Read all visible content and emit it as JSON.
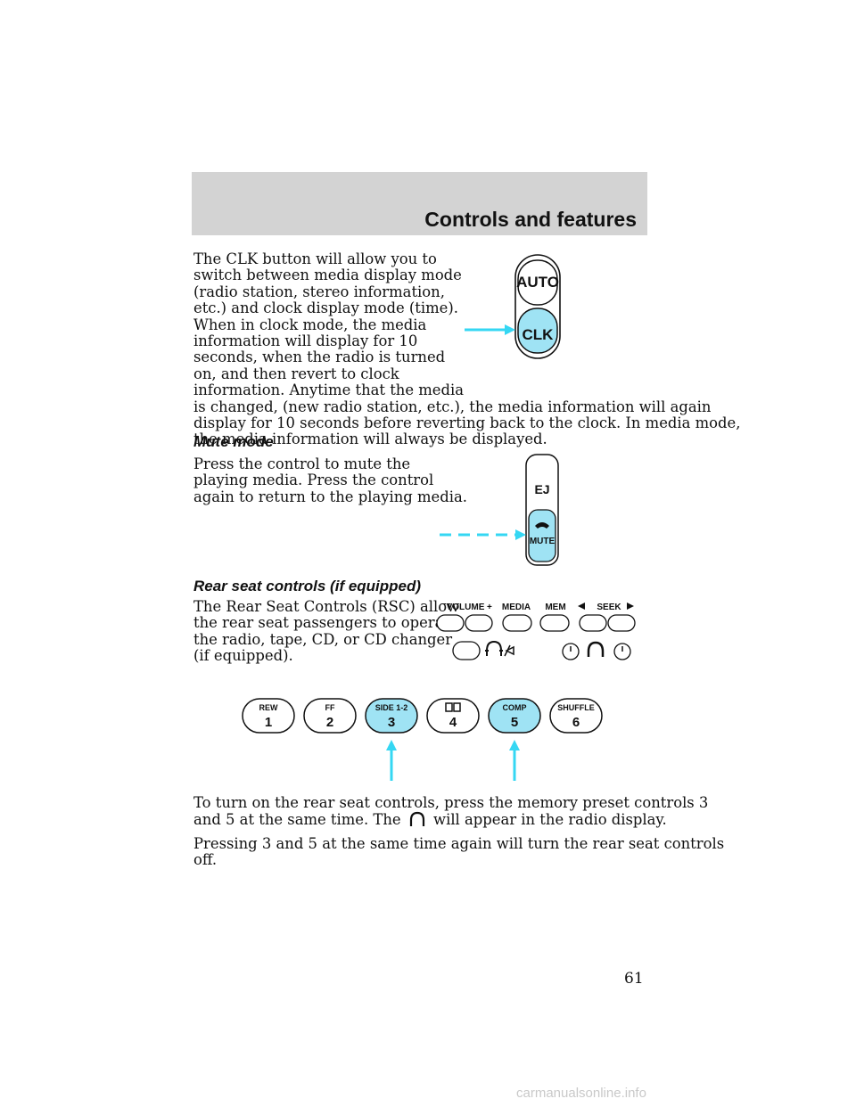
{
  "header": {
    "title": "Controls and features"
  },
  "clk_section": {
    "text_lines": [
      "The CLK button will allow you to",
      "switch between media display mode",
      "(radio station, stereo information,",
      "etc.) and clock display mode (time).",
      "When in clock mode, the media",
      "information will display for 10",
      "seconds, when the radio is turned",
      "on, and then revert to clock",
      "information. Anytime that the media",
      "is changed, (new radio station, etc.), the media information will again",
      "display for 10 seconds before reverting back to the clock. In media mode,",
      "the media information will always be displayed."
    ],
    "figure": {
      "top_label": "AUTO",
      "bottom_label": "CLK"
    }
  },
  "mute_section": {
    "heading": "Mute mode",
    "text_lines": [
      "Press the control to mute the",
      "playing media. Press the control",
      "again to return to the playing media."
    ],
    "figure": {
      "top_label": "EJ",
      "bottom_label": "MUTE"
    }
  },
  "rear_section": {
    "heading": "Rear seat controls (if equipped)",
    "text_lines": [
      "The Rear Seat Controls (RSC) allow",
      "the rear seat passengers to operate",
      "the radio, tape, CD, or CD changer",
      "(if equipped)."
    ],
    "panel": {
      "volume_minus": "–",
      "volume_label": "VOLUME",
      "volume_plus": "+",
      "media_label": "MEDIA",
      "mem_label": "MEM",
      "seek_label": "SEEK"
    },
    "presets": [
      {
        "top": "REW",
        "num": "1",
        "highlight": false
      },
      {
        "top": "FF",
        "num": "2",
        "highlight": false
      },
      {
        "top": "SIDE 1-2",
        "num": "3",
        "highlight": true
      },
      {
        "top": "",
        "num": "4",
        "highlight": false
      },
      {
        "top": "COMP",
        "num": "5",
        "highlight": true
      },
      {
        "top": "SHUFFLE",
        "num": "6",
        "highlight": false
      }
    ],
    "para2_before_icon": "To turn on the rear seat controls, press the memory preset controls 3",
    "para2_line2_a": "and 5 at the same time. The",
    "para2_line2_b": "will appear in the radio display.",
    "para3_lines": [
      "Pressing 3 and 5 at the same time again will turn the rear seat controls",
      "off."
    ]
  },
  "page_number": "61",
  "watermark": "carmanualsonline.info",
  "colors": {
    "accent": "#9fe3f4",
    "arrow": "#35d7f3"
  }
}
